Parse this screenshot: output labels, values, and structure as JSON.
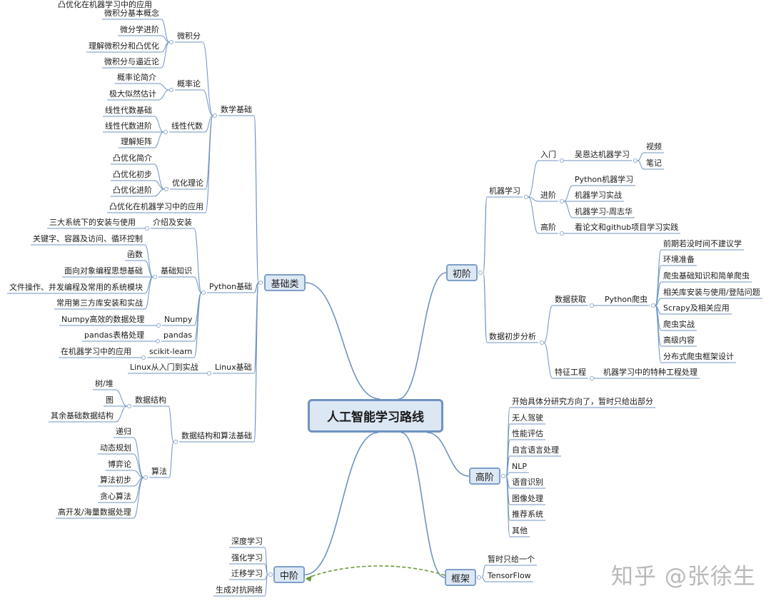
{
  "colors": {
    "line": "#6f93c2",
    "node_fill": "#dde8f5",
    "node_border": "#7e9fc8",
    "dash": "#6a9a3a",
    "watermark": "#b9b9b9"
  },
  "root": {
    "label": "人工智能学习路线"
  },
  "branches": {
    "basics": {
      "label": "基础类"
    },
    "beginner": {
      "label": "初阶"
    },
    "advanced": {
      "label": "高阶"
    },
    "intermediate": {
      "label": "中阶"
    },
    "framework": {
      "label": "框架"
    }
  },
  "basics": {
    "math": {
      "label": "数学基础",
      "calculus": {
        "label": "微积分",
        "items": [
          "微积分基本概念",
          "微分学进阶",
          "理解微积分和凸优化",
          "微积分与逼近论"
        ]
      },
      "probability": {
        "label": "概率论",
        "items": [
          "概率论简介",
          "极大似然估计"
        ]
      },
      "linear_algebra": {
        "label": "线性代数",
        "items": [
          "线性代数基础",
          "线性代数进阶",
          "理解矩阵"
        ]
      },
      "optimization": {
        "label": "优化理论",
        "items": [
          "凸优化简介",
          "凸优化初步",
          "凸优化进阶",
          "凸优化在机器学习中的应用"
        ]
      }
    },
    "python": {
      "label": "Python基础",
      "intro": {
        "label": "介绍及安装",
        "items": [
          "三大系统下的安装与使用"
        ]
      },
      "knowledge": {
        "label": "基础知识",
        "items": [
          "关键字、容器及访问、循环控制",
          "函数",
          "面向对象编程思想基础",
          "文件操作、并发编程及常用的系统模块",
          "常用第三方库安装和实战"
        ]
      },
      "numpy": {
        "label": "Numpy",
        "items": [
          "Numpy高效的数据处理"
        ]
      },
      "pandas": {
        "label": "pandas",
        "items": [
          "pandas表格处理"
        ]
      },
      "sklearn": {
        "label": "scikit-learn",
        "items": [
          "在机器学习中的应用"
        ]
      }
    },
    "linux": {
      "label": "Linux基础",
      "items": [
        "Linux从入门到实战"
      ]
    },
    "dsa": {
      "label": "数据结构和算法基础",
      "ds": {
        "label": "数据结构",
        "items": [
          "树/堆",
          "图",
          "其余基础数据结构"
        ]
      },
      "algo": {
        "label": "算法",
        "items": [
          "递归",
          "动态规划",
          "博弈论",
          "算法初步",
          "贪心算法",
          "高开发/海量数据处理"
        ]
      }
    }
  },
  "beginner": {
    "ml": {
      "label": "机器学习",
      "intro": {
        "label": "入门",
        "course": "吴恩达机器学习",
        "items": [
          "视频",
          "笔记"
        ]
      },
      "mid": {
        "label": "进阶",
        "items": [
          "Python机器学习",
          "机器学习实战",
          "机器学习-周志华"
        ]
      },
      "high": {
        "label": "高阶",
        "items": [
          "看论文和github项目学习实践"
        ]
      }
    },
    "data": {
      "label": "数据初步分析",
      "acquire": {
        "label": "数据获取",
        "crawler": "Python爬虫",
        "items": [
          "前期若没时间不建议学",
          "环境准备",
          "爬虫基础知识和简单爬虫",
          "相关库安装与使用/登陆问题",
          "Scrapy及相关应用",
          "爬虫实战",
          "高级内容",
          "分布式爬虫框架设计"
        ]
      },
      "feature": {
        "label": "特征工程",
        "items": [
          "机器学习中的特种工程处理"
        ]
      }
    }
  },
  "advanced": {
    "items": [
      "开始具体分研究方向了，暂时只给出部分",
      "无人驾驶",
      "性能评估",
      "自言语言处理",
      "NLP",
      "语音识别",
      "图像处理",
      "推荐系统",
      "其他"
    ]
  },
  "intermediate": {
    "items": [
      "深度学习",
      "强化学习",
      "迁移学习",
      "生成对抗网络"
    ]
  },
  "framework": {
    "items": [
      "暂时只给一个",
      "TensorFlow"
    ]
  },
  "watermark": "知乎 @张徐生"
}
